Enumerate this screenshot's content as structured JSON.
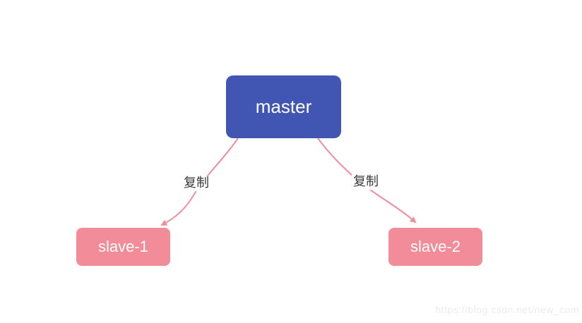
{
  "diagram": {
    "type": "master-slave replication",
    "nodes": {
      "master": {
        "label": "master",
        "fill": "#4056B2",
        "text_color": "#ffffff"
      },
      "slave1": {
        "label": "slave-1",
        "fill": "#F18C98",
        "text_color": "#ffffff"
      },
      "slave2": {
        "label": "slave-2",
        "fill": "#F18C98",
        "text_color": "#ffffff"
      }
    },
    "edges": [
      {
        "from": "master",
        "to": "slave-1",
        "label": "复制"
      },
      {
        "from": "master",
        "to": "slave-2",
        "label": "复制"
      }
    ],
    "edge_color": "#F08E9C"
  },
  "watermark": {
    "text": "https://blog.csdn.net/new_com",
    "color": "#ececec"
  }
}
